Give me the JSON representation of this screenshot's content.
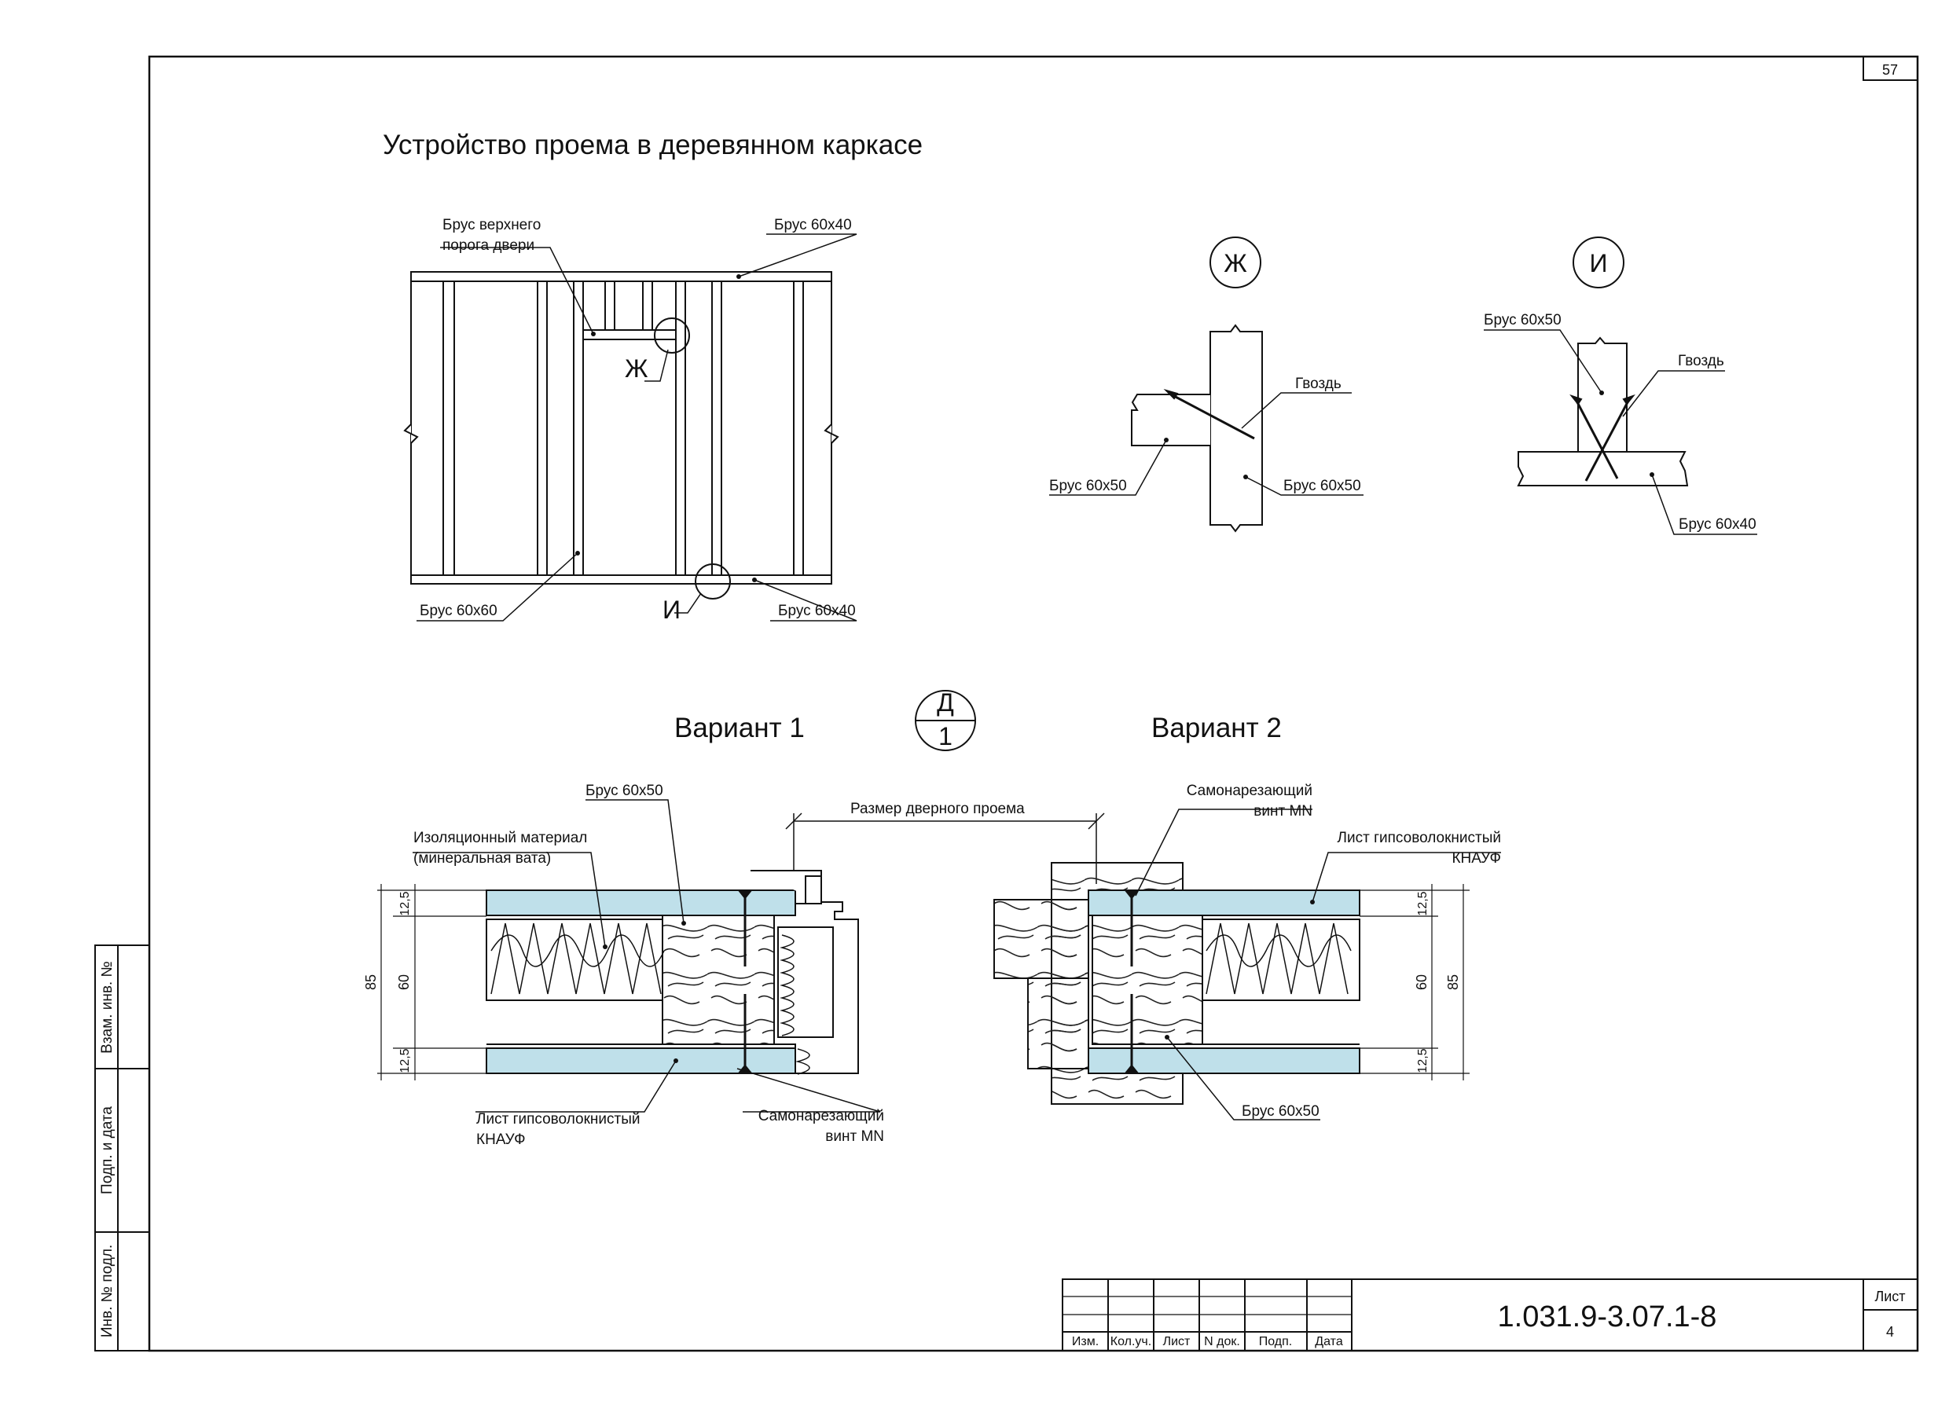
{
  "sheet_number_top": "57",
  "title": "Устройство проема в деревянном каркасе",
  "frame": {
    "label_top_rail": "Брус 60х40",
    "label_header_l1": "Брус верхнего",
    "label_header_l2": "порога двери",
    "label_stud": "Брус 60х60",
    "label_bottom_rail": "Брус 60х40",
    "callout_zh": "Ж",
    "callout_i": "И"
  },
  "detail_zh": {
    "marker": "Ж",
    "nail": "Гвоздь",
    "left_bar": "Брус 60х50",
    "right_bar": "Брус 60х50"
  },
  "detail_i": {
    "marker": "И",
    "top_bar": "Брус 60х50",
    "nail": "Гвоздь",
    "bottom_bar": "Брус 60х40"
  },
  "variants": {
    "v1_title": "Вариант 1",
    "v2_title": "Вариант 2",
    "section_top": "Д",
    "section_bottom": "1",
    "opening_size": "Размер дверного проема"
  },
  "variant1": {
    "bar": "Брус 60х50",
    "insul_l1": "Изоляционный материал",
    "insul_l2": "(минеральная вата)",
    "sheet_l1": "Лист гипсоволокнистый",
    "sheet_l2": "КНАУФ",
    "screw_l1": "Самонарезающий",
    "screw_l2": "винт MN",
    "dim_total": "85",
    "dim_mid": "60",
    "dim_top": "12,5",
    "dim_bot": "12,5"
  },
  "variant2": {
    "screw_l1": "Самонарезающий",
    "screw_l2": "винт MN",
    "sheet_l1": "Лист гипсоволокнистый",
    "sheet_l2": "КНАУФ",
    "bar": "Брус 60х50",
    "dim_total": "85",
    "dim_mid": "60",
    "dim_top": "12,5",
    "dim_bot": "12,5"
  },
  "side_stamp": {
    "c1": "Взам. инв. №",
    "c2": "Подп. и дата",
    "c3": "Инв. № подл."
  },
  "title_block": {
    "doc_code": "1.031.9-3.07.1-8",
    "col_izm": "Изм.",
    "col_koluch": "Кол.уч.",
    "col_list": "Лист",
    "col_ndok": "N док.",
    "col_podp": "Подп.",
    "col_data": "Дата",
    "sheet_label": "Лист",
    "sheet_value": "4"
  },
  "colors": {
    "gypsum": "#bfe0ea",
    "line": "#111111"
  }
}
